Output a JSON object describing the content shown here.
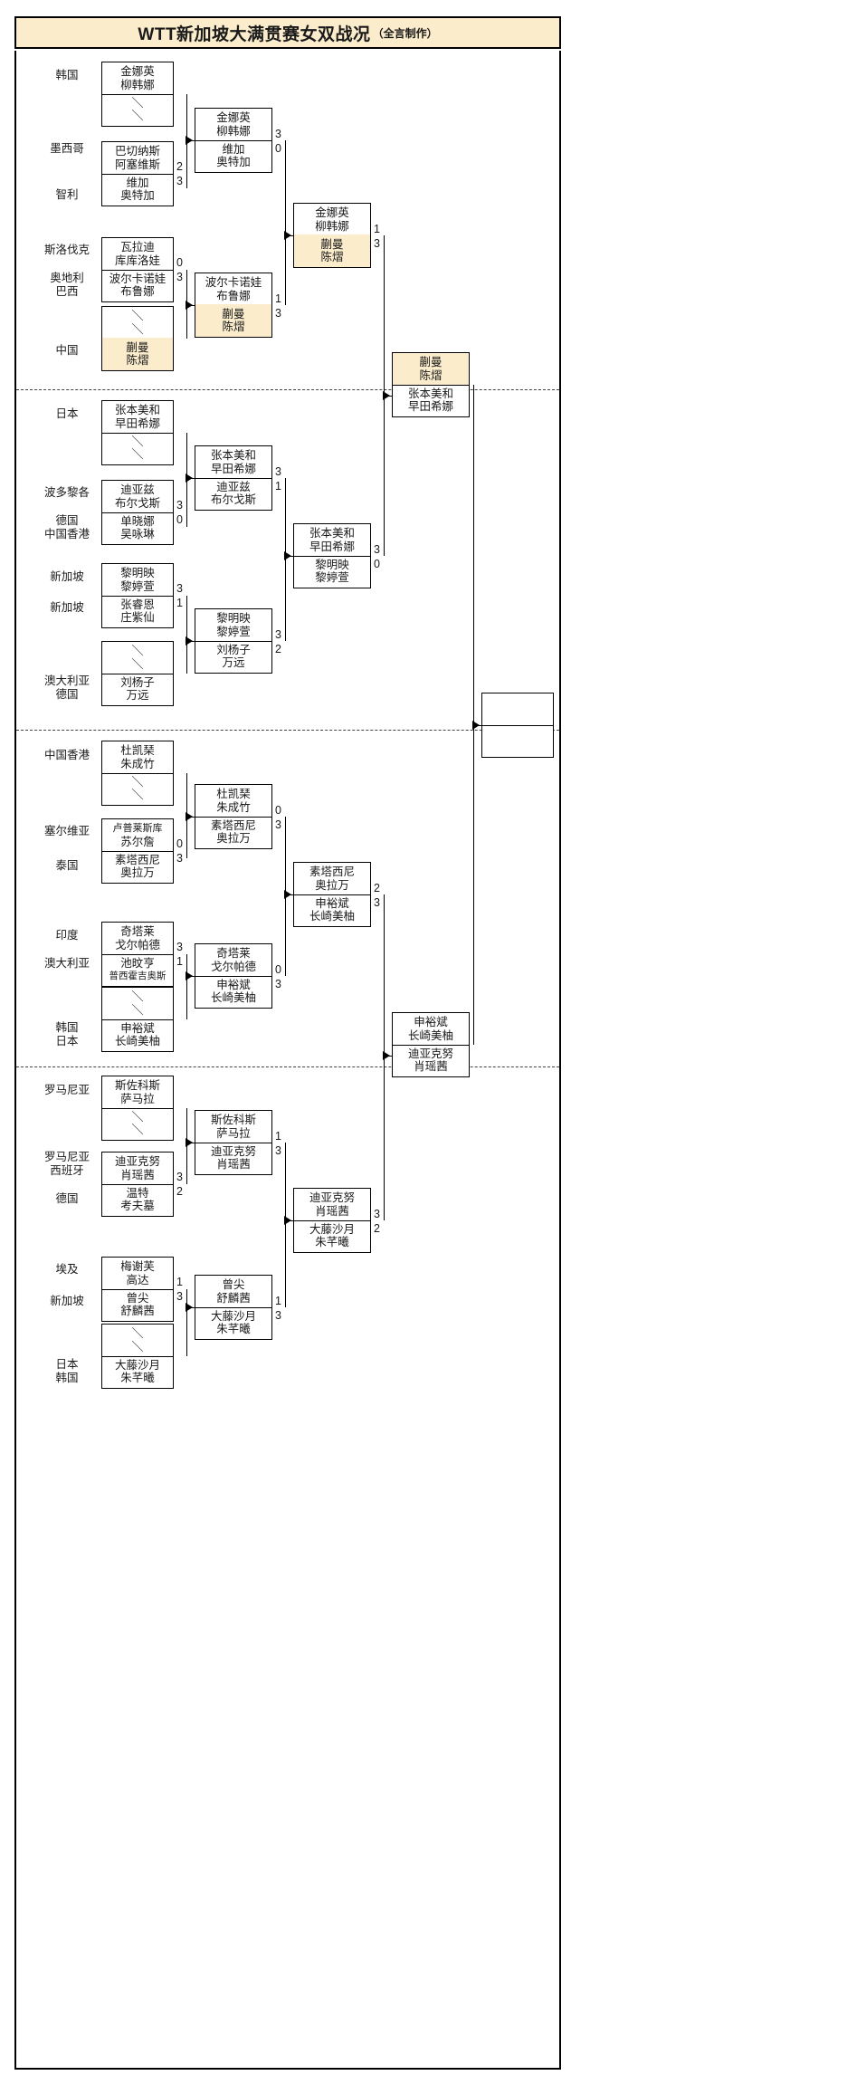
{
  "title": {
    "main": "WTT新加坡大满贯赛女双战况",
    "sub": "（全言制作）"
  },
  "bracket": {
    "bye_mark": "＼",
    "r1": [
      {
        "id": "r1m1",
        "countries": [
          "韩国",
          ""
        ],
        "top": [
          "金娜英",
          "柳韩娜"
        ],
        "bot": [
          "＼",
          "＼"
        ],
        "top_score": "",
        "bot_score": "",
        "bye": true
      },
      {
        "id": "r1m2",
        "countries": [
          "墨西哥",
          "智利"
        ],
        "top": [
          "巴切纳斯",
          "阿塞维斯"
        ],
        "bot": [
          "维加",
          "奥特加"
        ],
        "top_score": "2",
        "bot_score": "3"
      },
      {
        "id": "r1m3",
        "countries": [
          "斯洛伐克",
          "奥地利 巴西"
        ],
        "top": [
          "瓦拉迪",
          "库库洛娃"
        ],
        "bot": [
          "波尔卡诺娃",
          "布鲁娜"
        ],
        "top_score": "0",
        "bot_score": "3"
      },
      {
        "id": "r1m4",
        "countries": [
          "",
          "中国"
        ],
        "top": [
          "＼",
          "＼"
        ],
        "bot": [
          "蒯曼",
          "陈熠"
        ],
        "top_score": "",
        "bot_score": "",
        "bye": true,
        "bot_hl": true
      },
      {
        "id": "r1m5",
        "countries": [
          "日本",
          ""
        ],
        "top": [
          "张本美和",
          "早田希娜"
        ],
        "bot": [
          "＼",
          "＼"
        ],
        "top_score": "",
        "bot_score": "",
        "bye": true
      },
      {
        "id": "r1m6",
        "countries": [
          "波多黎各",
          "德国 中国香港"
        ],
        "top": [
          "迪亚兹",
          "布尔戈斯"
        ],
        "bot": [
          "单晓娜",
          "吴咏琳"
        ],
        "top_score": "3",
        "bot_score": "0"
      },
      {
        "id": "r1m7",
        "countries": [
          "新加坡",
          "新加坡"
        ],
        "top": [
          "黎明映",
          "黎婷萱"
        ],
        "bot": [
          "张睿恩",
          "庄紫仙"
        ],
        "top_score": "3",
        "bot_score": "1"
      },
      {
        "id": "r1m8",
        "countries": [
          "",
          "澳大利亚 德国"
        ],
        "top": [
          "＼",
          "＼"
        ],
        "bot": [
          "刘杨子",
          "万远"
        ],
        "top_score": "",
        "bot_score": "",
        "bye": true
      },
      {
        "id": "r1m9",
        "countries": [
          "中国香港",
          ""
        ],
        "top": [
          "杜凯琹",
          "朱成竹"
        ],
        "bot": [
          "＼",
          "＼"
        ],
        "top_score": "",
        "bot_score": "",
        "bye": true
      },
      {
        "id": "r1m10",
        "countries": [
          "塞尔维亚",
          "泰国"
        ],
        "top": [
          "卢普莱斯库",
          "苏尔詹"
        ],
        "bot": [
          "素塔西尼",
          "奥拉万"
        ],
        "top_score": "0",
        "bot_score": "3"
      },
      {
        "id": "r1m11",
        "countries": [
          "印度",
          "澳大利亚"
        ],
        "top": [
          "奇塔莱",
          "戈尔帕德"
        ],
        "bot": [
          "池旼亨",
          "普西霍吉奥斯"
        ],
        "top_score": "3",
        "bot_score": "1"
      },
      {
        "id": "r1m12",
        "countries": [
          "",
          "韩国 日本"
        ],
        "top": [
          "＼",
          "＼"
        ],
        "bot": [
          "申裕斌",
          "长崎美柚"
        ],
        "top_score": "",
        "bot_score": "",
        "bye": true
      },
      {
        "id": "r1m13",
        "countries": [
          "罗马尼亚",
          ""
        ],
        "top": [
          "斯佐科斯",
          "萨马拉"
        ],
        "bot": [
          "＼",
          "＼"
        ],
        "top_score": "",
        "bot_score": "",
        "bye": true
      },
      {
        "id": "r1m14",
        "countries": [
          "罗马尼亚 西班牙",
          "德国"
        ],
        "top": [
          "迪亚克努",
          "肖瑶茜"
        ],
        "bot": [
          "温特",
          "考夫墓"
        ],
        "top_score": "3",
        "bot_score": "2"
      },
      {
        "id": "r1m15",
        "countries": [
          "埃及",
          "新加坡"
        ],
        "top": [
          "梅谢芙",
          "高达"
        ],
        "bot": [
          "曾尖",
          "舒麟茜"
        ],
        "top_score": "1",
        "bot_score": "3"
      },
      {
        "id": "r1m16",
        "countries": [
          "",
          "日本 韩国"
        ],
        "top": [
          "＼",
          "＼"
        ],
        "bot": [
          "大藤沙月",
          "朱芊曦"
        ],
        "top_score": "",
        "bot_score": "",
        "bye": true
      }
    ],
    "r2": [
      {
        "id": "r2m1",
        "top": [
          "金娜英",
          "柳韩娜"
        ],
        "bot": [
          "维加",
          "奥特加"
        ],
        "top_score": "3",
        "bot_score": "0"
      },
      {
        "id": "r2m2",
        "top": [
          "波尔卡诺娃",
          "布鲁娜"
        ],
        "bot": [
          "蒯曼",
          "陈熠"
        ],
        "top_score": "1",
        "bot_score": "3",
        "bot_hl": true
      },
      {
        "id": "r2m3",
        "top": [
          "张本美和",
          "早田希娜"
        ],
        "bot": [
          "迪亚兹",
          "布尔戈斯"
        ],
        "top_score": "3",
        "bot_score": "1"
      },
      {
        "id": "r2m4",
        "top": [
          "黎明映",
          "黎婷萱"
        ],
        "bot": [
          "刘杨子",
          "万远"
        ],
        "top_score": "3",
        "bot_score": "2"
      },
      {
        "id": "r2m5",
        "top": [
          "杜凯琹",
          "朱成竹"
        ],
        "bot": [
          "素塔西尼",
          "奥拉万"
        ],
        "top_score": "0",
        "bot_score": "3"
      },
      {
        "id": "r2m6",
        "top": [
          "奇塔莱",
          "戈尔帕德"
        ],
        "bot": [
          "申裕斌",
          "长崎美柚"
        ],
        "top_score": "0",
        "bot_score": "3"
      },
      {
        "id": "r2m7",
        "top": [
          "斯佐科斯",
          "萨马拉"
        ],
        "bot": [
          "迪亚克努",
          "肖瑶茜"
        ],
        "top_score": "1",
        "bot_score": "3"
      },
      {
        "id": "r2m8",
        "top": [
          "曾尖",
          "舒麟茜"
        ],
        "bot": [
          "大藤沙月",
          "朱芊曦"
        ],
        "top_score": "1",
        "bot_score": "3"
      }
    ],
    "qf": [
      {
        "id": "qf1",
        "top": [
          "金娜英",
          "柳韩娜"
        ],
        "bot": [
          "蒯曼",
          "陈熠"
        ],
        "top_score": "1",
        "bot_score": "3",
        "bot_hl": true
      },
      {
        "id": "qf2",
        "top": [
          "张本美和",
          "早田希娜"
        ],
        "bot": [
          "黎明映",
          "黎婷萱"
        ],
        "top_score": "3",
        "bot_score": "0"
      },
      {
        "id": "qf3",
        "top": [
          "素塔西尼",
          "奥拉万"
        ],
        "bot": [
          "申裕斌",
          "长崎美柚"
        ],
        "top_score": "2",
        "bot_score": "3"
      },
      {
        "id": "qf4",
        "top": [
          "迪亚克努",
          "肖瑶茜"
        ],
        "bot": [
          "大藤沙月",
          "朱芊曦"
        ],
        "top_score": "3",
        "bot_score": "2"
      }
    ],
    "sf": [
      {
        "id": "sf1",
        "top": [
          "蒯曼",
          "陈熠"
        ],
        "bot": [
          "张本美和",
          "早田希娜"
        ],
        "top_score": "",
        "bot_score": "",
        "top_hl": true
      },
      {
        "id": "sf2",
        "top": [
          "申裕斌",
          "长崎美柚"
        ],
        "bot": [
          "迪亚克努",
          "肖瑶茜"
        ],
        "top_score": "",
        "bot_score": ""
      }
    ],
    "final": [
      {
        "id": "final",
        "top": [
          "",
          ""
        ],
        "bot": [
          "",
          ""
        ],
        "top_score": "",
        "bot_score": ""
      }
    ]
  },
  "colors": {
    "highlight": "#fbeccc",
    "border": "#000000",
    "background": "#ffffff"
  }
}
